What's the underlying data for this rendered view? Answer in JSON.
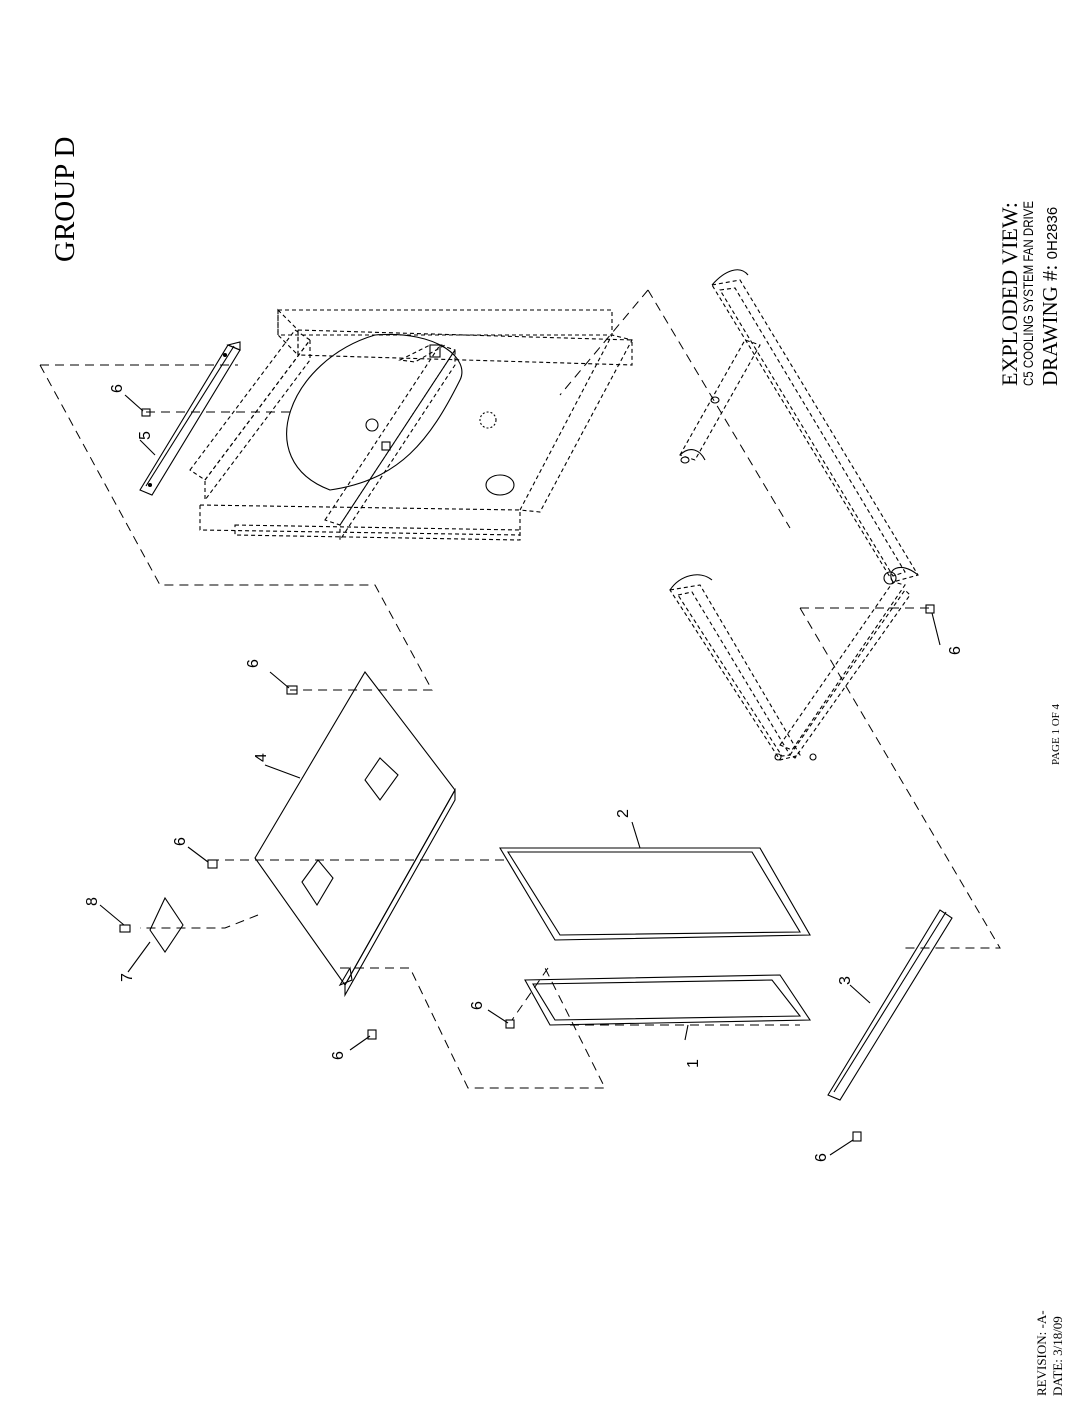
{
  "header": {
    "group": "GROUP D"
  },
  "title_block": {
    "heading": "EXPLODED VIEW:",
    "subtitle": "C5 COOLING SYSTEM FAN DRIVE",
    "drawing_label": "DRAWING #:",
    "drawing_number": "0H2836"
  },
  "footer": {
    "page": "PAGE 1 OF 4",
    "revision": "REVISION: -A-",
    "date": "DATE:  3/18/09"
  },
  "callouts": {
    "c1": "1",
    "c2": "2",
    "c3": "3",
    "c4": "4",
    "c5": "5",
    "c6a": "6",
    "c6b": "6",
    "c6c": "6",
    "c6d": "6",
    "c6e": "6",
    "c6f": "6",
    "c6g": "6",
    "c7": "7",
    "c8": "8"
  }
}
